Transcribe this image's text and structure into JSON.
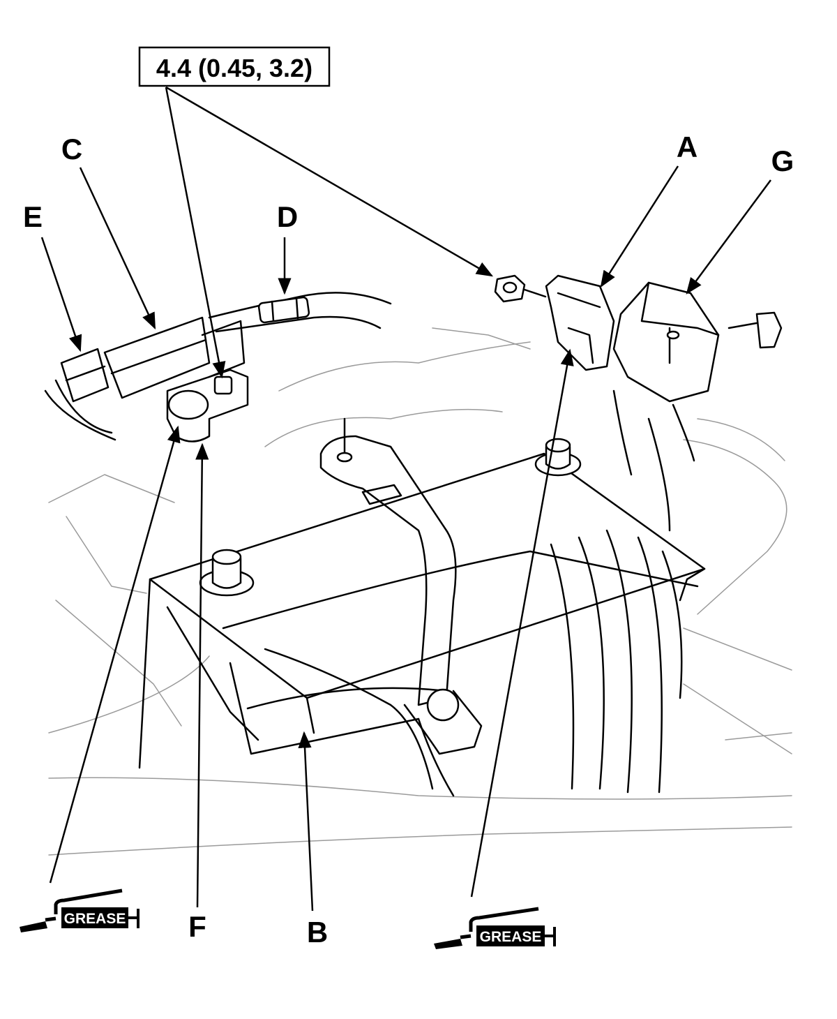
{
  "torque_spec": "4.4 (0.45, 3.2)",
  "callouts": {
    "a": "A",
    "b": "B",
    "c": "C",
    "d": "D",
    "e": "E",
    "f": "F",
    "g": "G"
  },
  "grease_symbols": [
    {
      "label": "GREASE"
    },
    {
      "label": "GREASE"
    }
  ]
}
